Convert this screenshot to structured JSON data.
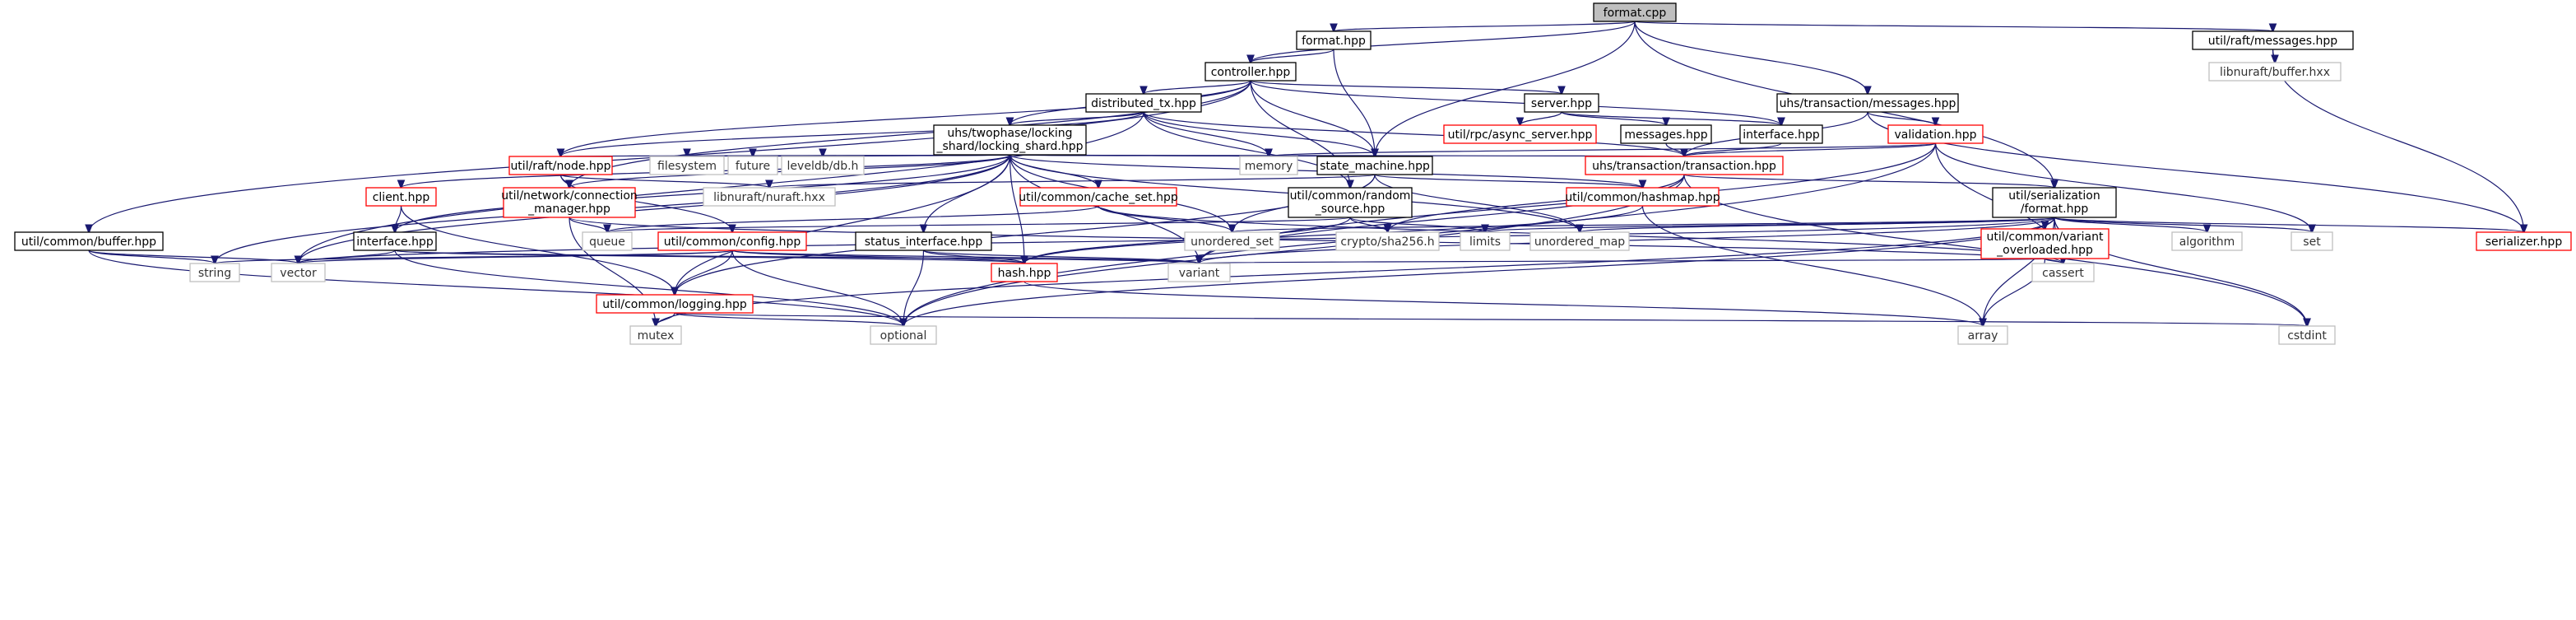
{
  "colors": {
    "root_fill": "#bfbfbf",
    "root_stroke": "#000000",
    "normal_stroke": "#000000",
    "truncated_stroke": "#ff0000",
    "system_stroke": "#bfbfbf",
    "edge": "#191970"
  },
  "nodes": {
    "format_cpp": "format.cpp",
    "format_hpp": "format.hpp",
    "controller_hpp": "controller.hpp",
    "raft_messages_hpp": "util/raft/messages.hpp",
    "libnuraft_buffer": "libnuraft/buffer.hxx",
    "distributed_tx": "distributed_tx.hpp",
    "server_hpp": "server.hpp",
    "uhs_tx_messages": "uhs/transaction/messages.hpp",
    "locking_shard_l1": "uhs/twophase/locking",
    "locking_shard_l2": "_shard/locking_shard.hpp",
    "async_server": "util/rpc/async_server.hpp",
    "messages_hpp": "messages.hpp",
    "interface_hpp_top": "interface.hpp",
    "validation_hpp": "validation.hpp",
    "raft_node": "util/raft/node.hpp",
    "filesystem": "filesystem",
    "future": "future",
    "leveldb": "leveldb/db.h",
    "memory": "memory",
    "state_machine": "state_machine.hpp",
    "uhs_tx_transaction": "uhs/transaction/transaction.hpp",
    "client_hpp": "client.hpp",
    "connection_mgr_l1": "util/network/connection",
    "connection_mgr_l2": "_manager.hpp",
    "libnuraft_nuraft": "libnuraft/nuraft.hxx",
    "cache_set": "util/common/cache_set.hpp",
    "random_source_l1": "util/common/random",
    "random_source_l2": "_source.hpp",
    "hashmap": "util/common/hashmap.hpp",
    "serialization_l1": "util/serialization",
    "serialization_l2": "/format.hpp",
    "buffer_hpp": "util/common/buffer.hpp",
    "interface_hpp": "interface.hpp",
    "queue": "queue",
    "config_hpp": "util/common/config.hpp",
    "status_interface": "status_interface.hpp",
    "unordered_set": "unordered_set",
    "crypto_sha256": "crypto/sha256.h",
    "limits": "limits",
    "unordered_map": "unordered_map",
    "variant_overloaded_l1": "util/common/variant",
    "variant_overloaded_l2": "_overloaded.hpp",
    "algorithm": "algorithm",
    "set": "set",
    "serializer_hpp": "serializer.hpp",
    "string": "string",
    "vector": "vector",
    "variant": "variant",
    "hash_hpp": "hash.hpp",
    "cassert": "cassert",
    "logging_hpp": "util/common/logging.hpp",
    "mutex": "mutex",
    "optional": "optional",
    "array": "array",
    "cstdint": "cstdint"
  }
}
